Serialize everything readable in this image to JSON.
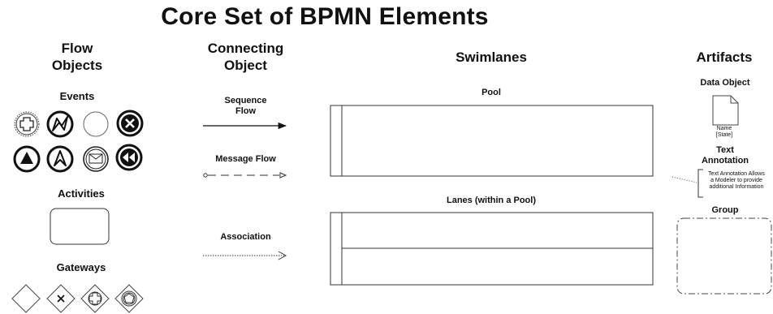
{
  "title": "Core Set of BPMN Elements",
  "columns": {
    "flow_objects": "Flow\nObjects",
    "connecting_object": "Connecting\nObject",
    "swimlanes": "Swimlanes",
    "artifacts": "Artifacts"
  },
  "flow_objects": {
    "events_label": "Events",
    "activities_label": "Activities",
    "gateways_label": "Gateways"
  },
  "connecting": {
    "sequence_flow": "Sequence\nFlow",
    "message_flow": "Message Flow",
    "association": "Association"
  },
  "swimlanes": {
    "pool_label": "Pool",
    "lanes_label": "Lanes (within a Pool)"
  },
  "artifacts": {
    "data_object_label": "Data Object",
    "data_object_name": "Name\n[State]",
    "text_annotation_label": "Text\nAnnotation",
    "text_annotation_text": "Text Annotation Allows\na Modeler to provide\nadditional Information",
    "group_label": "Group"
  }
}
